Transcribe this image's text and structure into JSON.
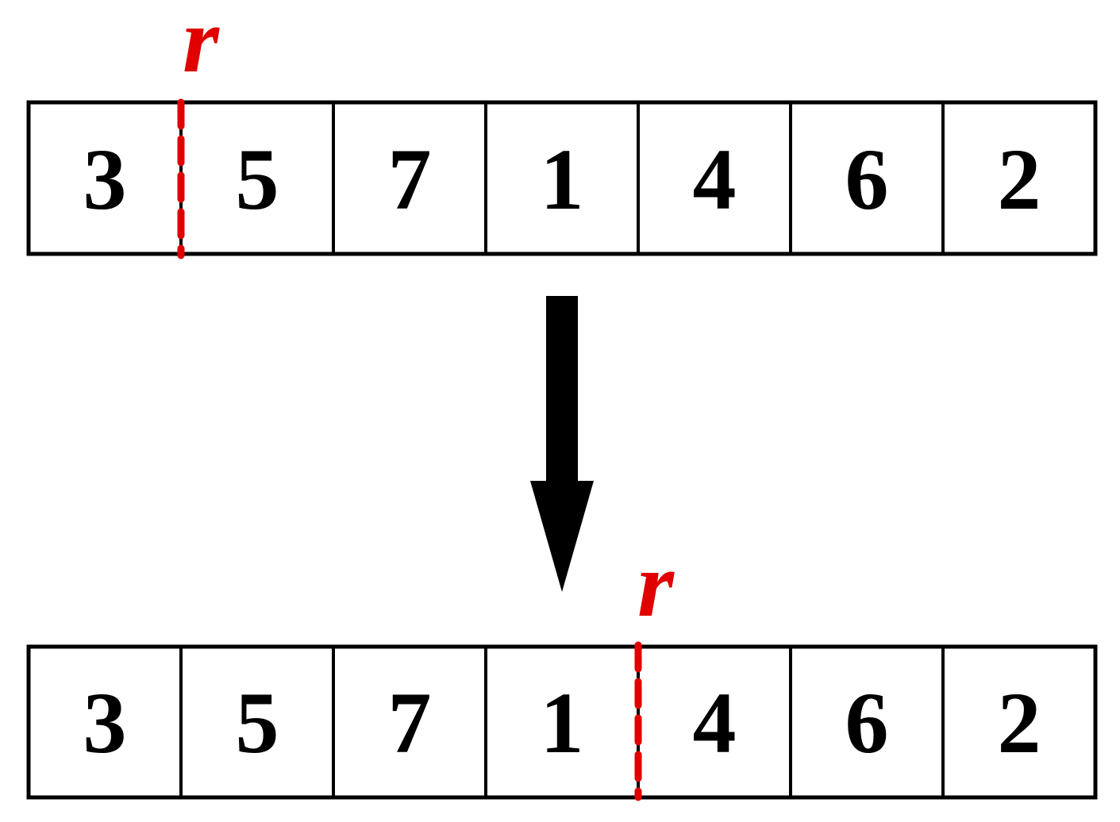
{
  "colors": {
    "pointer": "#e00000",
    "stroke": "#000000",
    "arrow": "#000000"
  },
  "arrays": [
    {
      "values": [
        "3",
        "5",
        "7",
        "1",
        "4",
        "6",
        "2"
      ],
      "pointer": {
        "label": "r",
        "boundary_index": 1
      }
    },
    {
      "values": [
        "3",
        "5",
        "7",
        "1",
        "4",
        "6",
        "2"
      ],
      "pointer": {
        "label": "r",
        "boundary_index": 4
      }
    }
  ],
  "transition_arrow_icon": "down-arrow-icon"
}
